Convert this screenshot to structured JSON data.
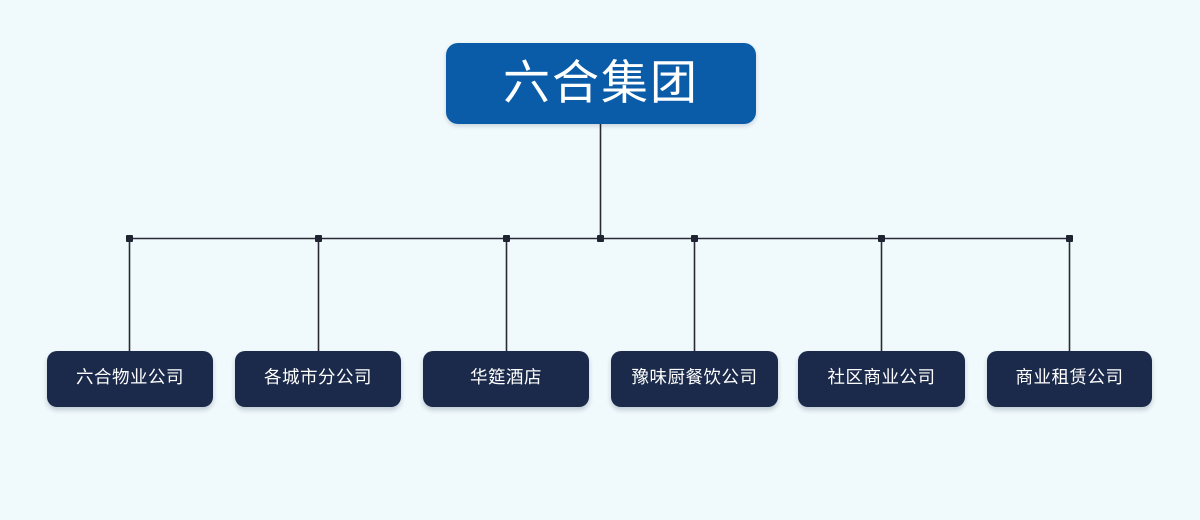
{
  "chart_data": {
    "type": "diagram",
    "diagram_type": "organization-chart",
    "title": "六合集团",
    "orientation": "top-down",
    "levels": 2,
    "root": {
      "label": "六合集团",
      "color": "#0a5ca8",
      "text_color": "#ffffff"
    },
    "children": [
      {
        "label": "六合物业公司",
        "color": "#1b2a4a",
        "text_color": "#ffffff"
      },
      {
        "label": "各城市分公司",
        "color": "#1b2a4a",
        "text_color": "#ffffff"
      },
      {
        "label": "华筵酒店",
        "color": "#1b2a4a",
        "text_color": "#ffffff"
      },
      {
        "label": "豫味厨餐饮公司",
        "color": "#1b2a4a",
        "text_color": "#ffffff"
      },
      {
        "label": "社区商业公司",
        "color": "#1b2a4a",
        "text_color": "#ffffff"
      },
      {
        "label": "商业租赁公司",
        "color": "#1b2a4a",
        "text_color": "#ffffff"
      }
    ]
  },
  "canvas": {
    "background_color": "#f0f9fc",
    "connector_color": "#2a2a35",
    "junction_dot_color": "#1f2433"
  },
  "root": {
    "label": "六合集团"
  },
  "nodes": [
    {
      "label": "六合物业公司"
    },
    {
      "label": "各城市分公司"
    },
    {
      "label": "华筵酒店"
    },
    {
      "label": "豫味厨餐饮公司"
    },
    {
      "label": "社区商业公司"
    },
    {
      "label": "商业租赁公司"
    }
  ]
}
